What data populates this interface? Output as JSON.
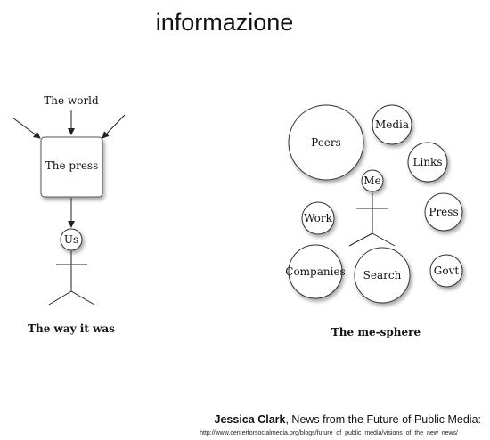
{
  "title": "informazione",
  "left_diagram": {
    "world_label": "The world",
    "press_label": "The press",
    "us_label": "Us",
    "caption": "The way it was"
  },
  "right_diagram": {
    "me_label": "Me",
    "bubbles": [
      "Peers",
      "Media",
      "Links",
      "Press",
      "Work",
      "Companies",
      "Search",
      "Govt"
    ],
    "caption": "The me-sphere"
  },
  "credit": {
    "author": "Jessica Clark",
    "text": ", News from the Future of Public Media:",
    "url": "http://www.centerforsocialmedia.org/blogs/future_of_public_media/visions_of_the_new_news/"
  }
}
